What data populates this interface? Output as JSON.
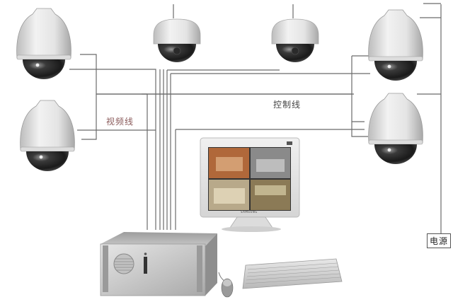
{
  "diagram": {
    "title": "CCTV surveillance system wiring diagram",
    "labels": {
      "video_cable": "视频线",
      "control_cable": "控制线",
      "power": "电源"
    },
    "components": {
      "speed_domes": [
        "ptz-dome-top-left",
        "ptz-dome-mid-left",
        "ptz-dome-top-right",
        "ptz-dome-mid-right"
      ],
      "fixed_domes": [
        "fixed-dome-left",
        "fixed-dome-right"
      ],
      "monitor": {
        "brand": "SAMSUNG",
        "views": 4
      },
      "dvr": "rack-mount DVR unit",
      "peripherals": [
        "keyboard",
        "mouse"
      ]
    },
    "colors": {
      "wire": "#6b6b6b",
      "video_label": "#8a5a5a",
      "control_label": "#444444"
    }
  }
}
